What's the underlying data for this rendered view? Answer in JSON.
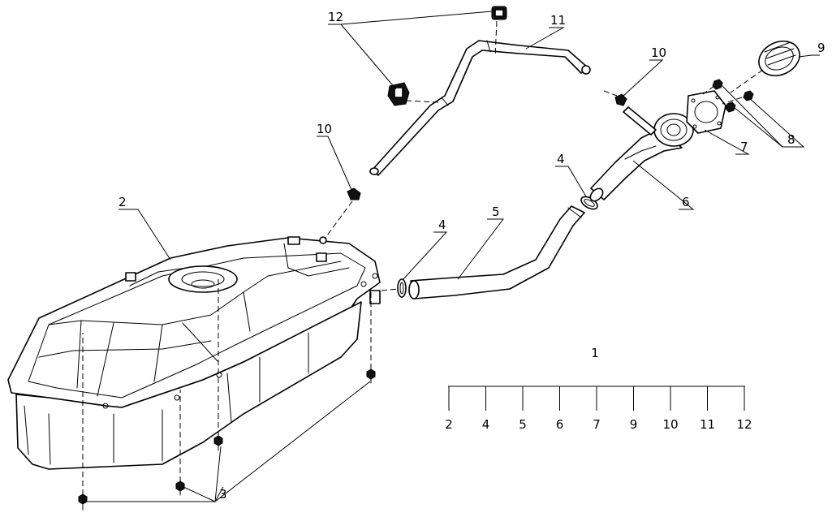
{
  "diagram": {
    "callouts": {
      "c2": "2",
      "c3": "3",
      "c4a": "4",
      "c4b": "4",
      "c5": "5",
      "c6": "6",
      "c7": "7",
      "c8": "8",
      "c9": "9",
      "c10a": "10",
      "c10b": "10",
      "c11": "11",
      "c12": "12"
    },
    "ruler": {
      "title": "1",
      "labels": [
        "2",
        "4",
        "5",
        "6",
        "7",
        "9",
        "10",
        "11",
        "12"
      ]
    }
  }
}
